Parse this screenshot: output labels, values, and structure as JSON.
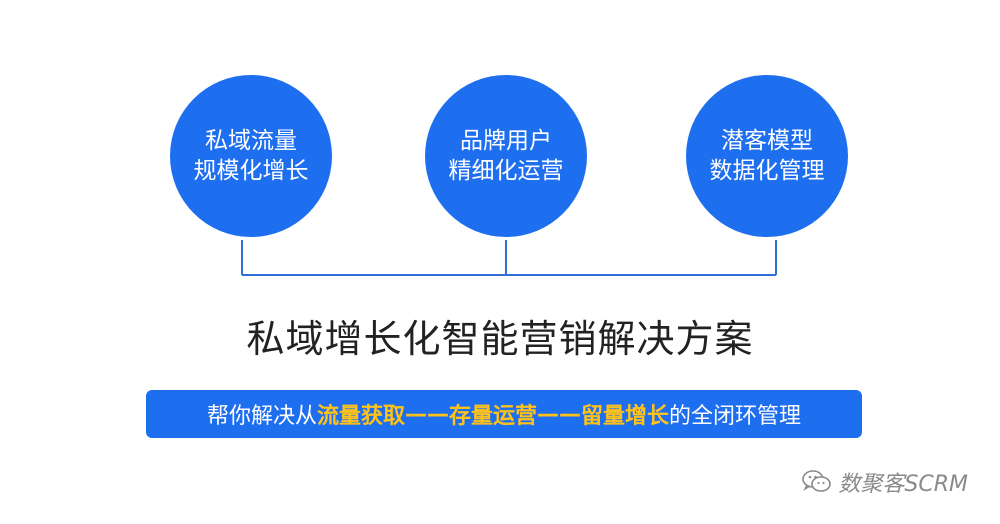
{
  "colors": {
    "primary_blue": "#1e6ef0",
    "connector_blue": "#2f6fd6",
    "highlight_yellow": "#ffc21a",
    "title_text": "#222222",
    "watermark_gray": "#8a8a8a"
  },
  "circles": [
    {
      "line1": "私域流量",
      "line2": "规模化增长"
    },
    {
      "line1": "品牌用户",
      "line2": "精细化运营"
    },
    {
      "line1": "潜客模型",
      "line2": "数据化管理"
    }
  ],
  "title": "私域增长化智能营销解决方案",
  "banner": {
    "prefix": "帮你解决从",
    "highlight1": "流量获取",
    "sep1": "——",
    "highlight2": "存量运营",
    "sep2": "——",
    "highlight3": "留量增长",
    "suffix": "的全闭环管理"
  },
  "watermark": {
    "icon": "wechat-icon",
    "text": "数聚客SCRM"
  }
}
